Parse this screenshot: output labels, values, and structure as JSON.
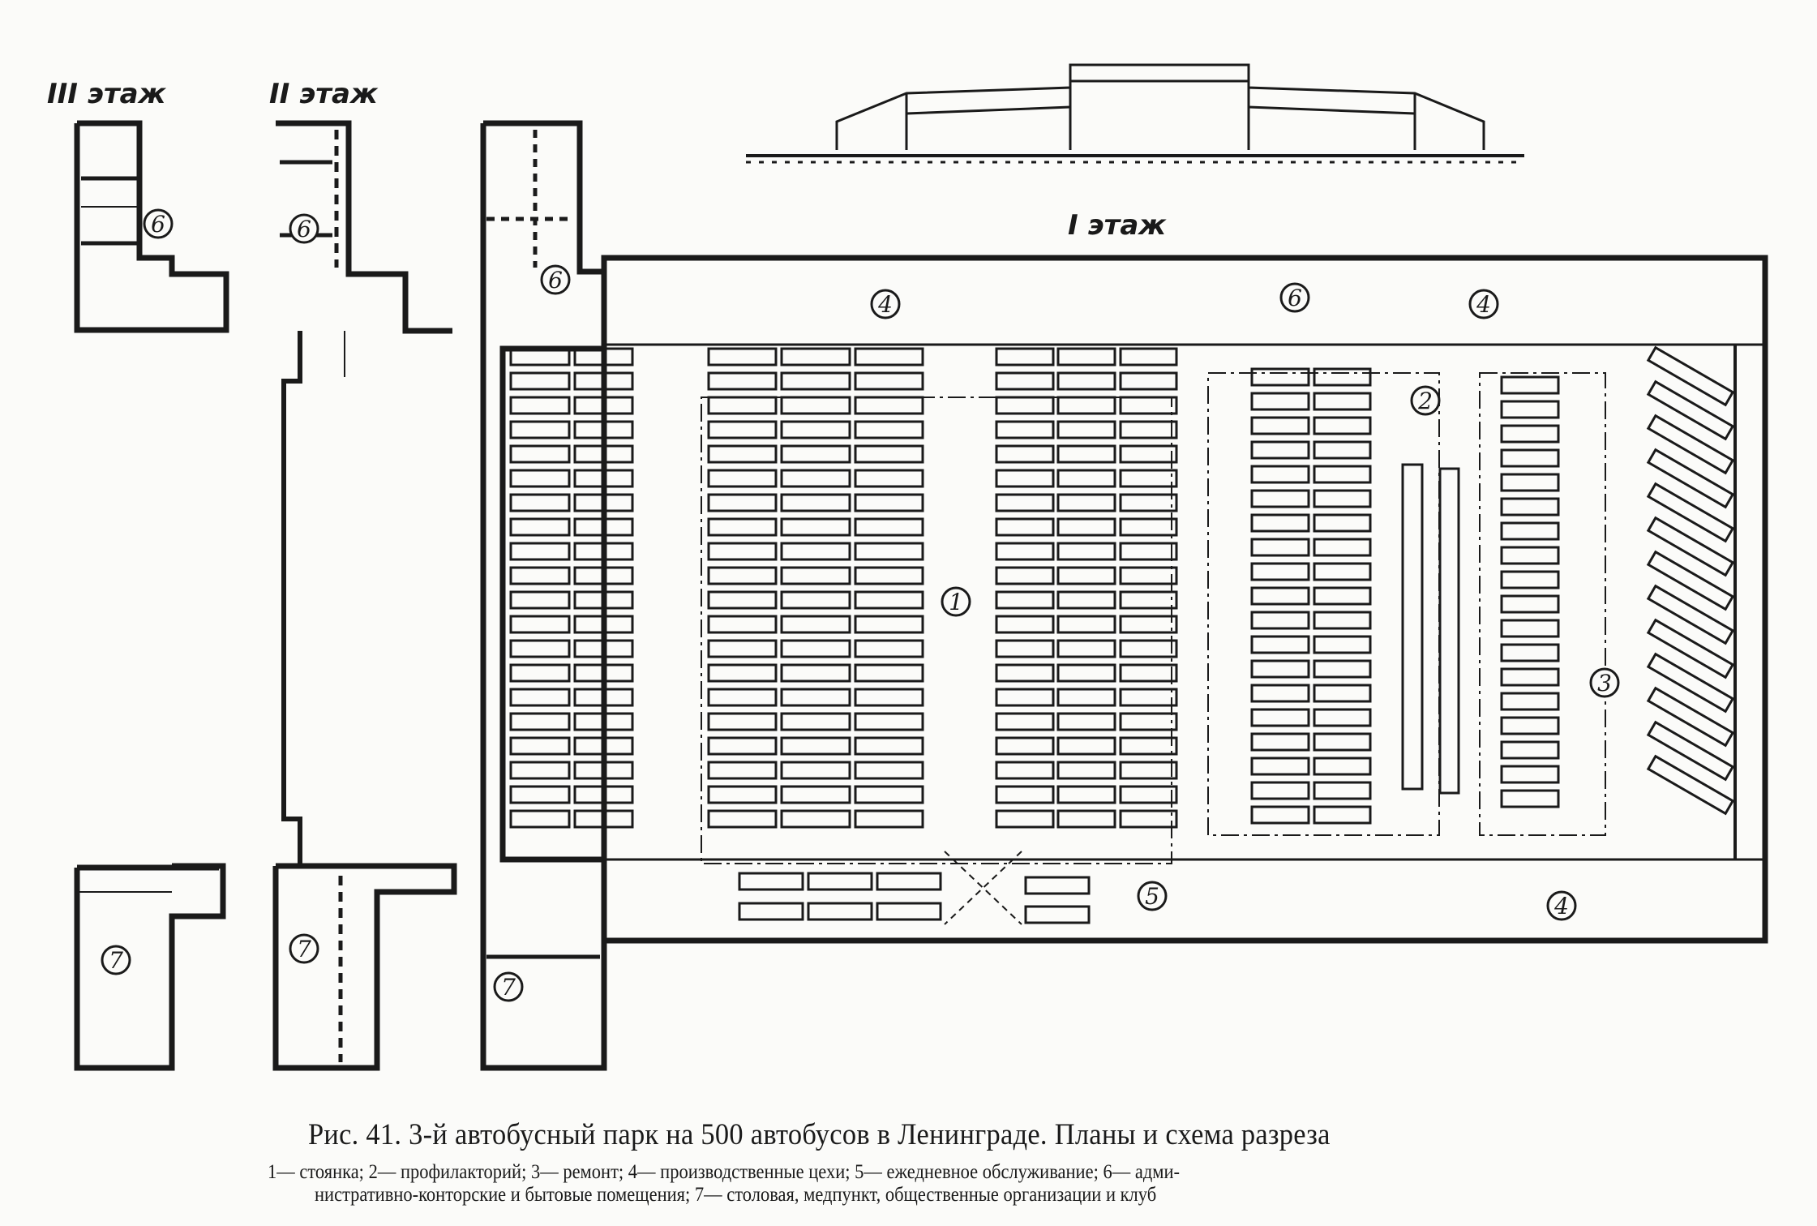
{
  "figure": {
    "floor_labels": {
      "third": "III этаж",
      "second": "II этаж",
      "first": "I этаж"
    },
    "zone_numbers": [
      "1",
      "2",
      "3",
      "4",
      "5",
      "6",
      "7"
    ],
    "caption": {
      "title": "Рис. 41. 3-й автобусный парк на 500 автобусов в Ленинграде. Планы и схема разреза",
      "legend_line1": "1— стоянка;  2— профилакторий;  3— ремонт;  4— производственные  цехи;  5— ежедневное  обслуживание;  6— адми-",
      "legend_line2": "нистративно-конторские и бытовые помещения;  7— столовая, медпункт, общественные организации и клуб"
    },
    "colors": {
      "ink": "#1a1a1a",
      "paper": "#fbfbf9"
    }
  }
}
